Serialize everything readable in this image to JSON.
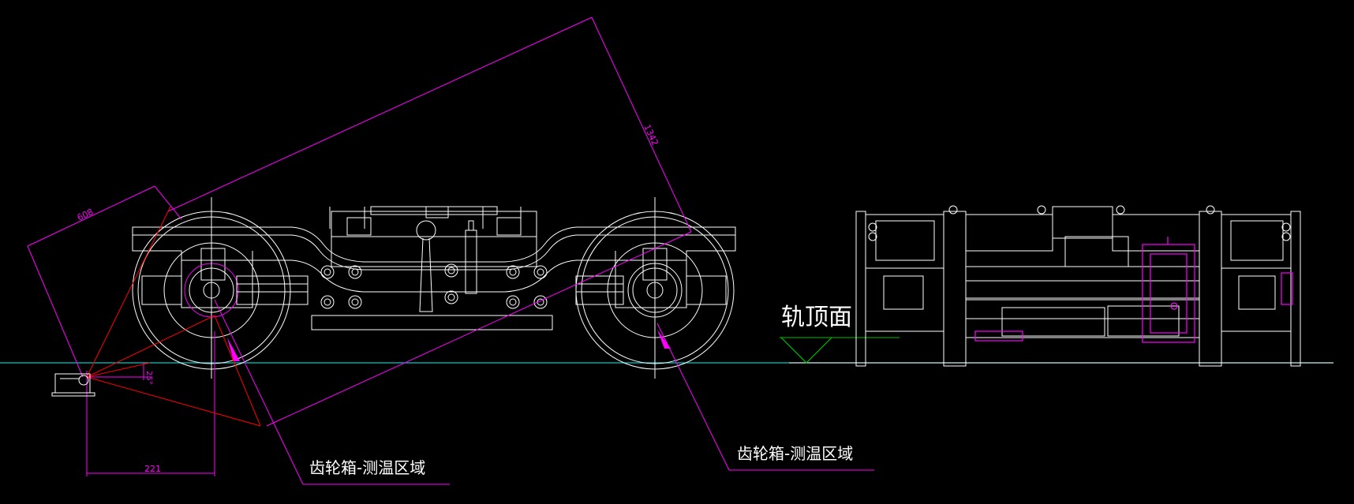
{
  "drawing": {
    "background": "#000000",
    "colors": {
      "outline": "#ffffff",
      "dimension": "#ff00ff",
      "beam": "#ff0000",
      "rail": "#00c8c8",
      "marker": "#00c000"
    }
  },
  "dimensions": {
    "long_beam": "1342",
    "short_beam": "608",
    "horizontal_offset": "221",
    "angle": "25°"
  },
  "labels": {
    "left_region": "齿轮箱-测温区域",
    "right_region": "齿轮箱-测温区域",
    "rail_top": "轨顶面"
  },
  "views": [
    "side-view",
    "end-view"
  ]
}
